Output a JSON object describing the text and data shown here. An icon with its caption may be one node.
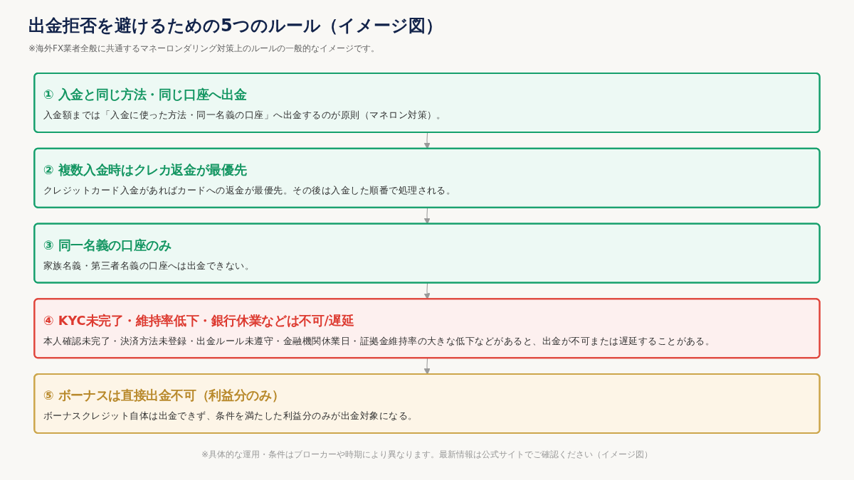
{
  "diagram": {
    "title": "出金拒否を避けるための5つのルール（イメージ図）",
    "nodes": [
      {
        "text": [
          "① 入金と同じ方法・同じ口座へ出金",
          "入金額までは「入金に使った方法・同一名義の口座」へ出金するのが原則（マネロン対策）。"
        ]
      },
      {
        "text": [
          "② 複数入金時はクレカ返金が最優先",
          "クレジットカード入金があればカードへの返金が最優先。その後は入金した順番で処理される。"
        ]
      },
      {
        "text": [
          "③ 同一名義の口座のみ",
          "家族名義・第三者名義の口座へは出金できない。"
        ]
      },
      {
        "text": [
          "④ KYC未完了・維持率低下・銀行休業などは不可/遅延",
          "本人確認未完了・決済方法未登録・出金ルール未遵守・金融機関休業日・証拠金維持率の大きな低下などがあると、出金が不可または遅延することがある。"
        ]
      },
      {
        "text": [
          "⑤ ボーナスは直接出金不可（利益分のみ）",
          "ボーナスクレジット自体は出金できず、条件を満たした利益分のみが出金対象になる。"
        ]
      }
    ],
    "edges": [
      {
        "from": 0,
        "to": 1,
        "arrow": "to"
      },
      {
        "from": 1,
        "to": 2,
        "arrow": "to"
      },
      {
        "from": 2,
        "to": 3,
        "arrow": "to"
      },
      {
        "from": 3,
        "to": 4,
        "arrow": "to"
      }
    ],
    "labels": [
      "※海外FX業者全般に共通するマネーロンダリング対策上のルールの一般的なイメージです。"
    ],
    "caption": "※具体的な運用・条件はブローカーや時期により異なります。最新情報は公式サイトでご確認ください（イメージ図）"
  }
}
